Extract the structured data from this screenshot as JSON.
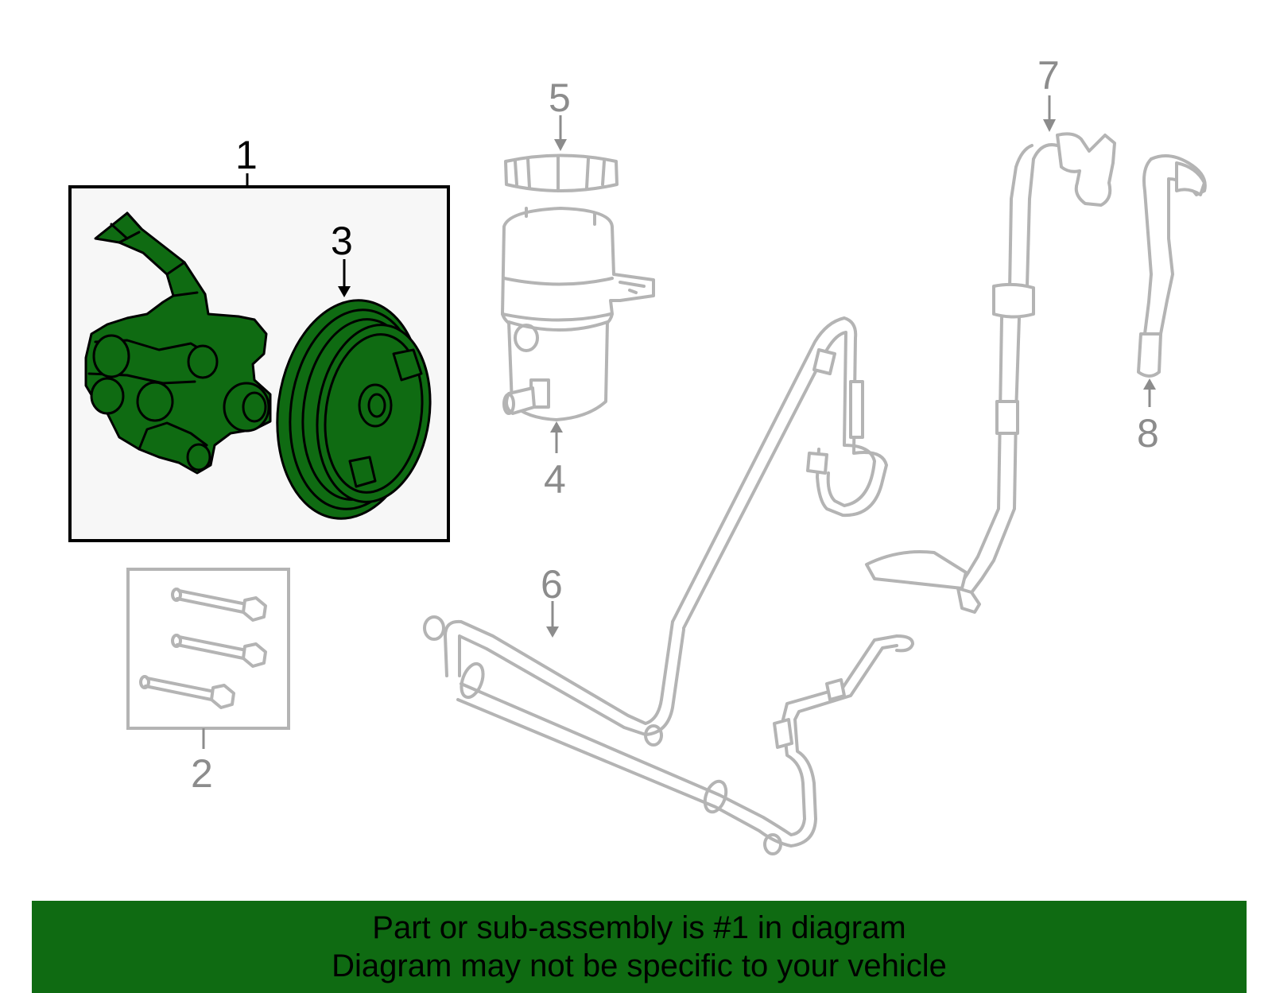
{
  "colors": {
    "highlight_part": "#0f6b12",
    "banner_background": "#0f6b12",
    "ghost_line": "#b4b4b4",
    "callout_grey": "#8c8c8c",
    "callout_dark": "#000000"
  },
  "callouts": [
    {
      "id": "1",
      "label": "1",
      "highlighted": true
    },
    {
      "id": "2",
      "label": "2",
      "highlighted": false
    },
    {
      "id": "3",
      "label": "3",
      "highlighted": true
    },
    {
      "id": "4",
      "label": "4",
      "highlighted": false
    },
    {
      "id": "5",
      "label": "5",
      "highlighted": false
    },
    {
      "id": "6",
      "label": "6",
      "highlighted": false
    },
    {
      "id": "7",
      "label": "7",
      "highlighted": false
    },
    {
      "id": "8",
      "label": "8",
      "highlighted": false
    }
  ],
  "banner": {
    "line1": "Part or sub-assembly is #1 in diagram",
    "line2": "Diagram may not be specific to your vehicle"
  }
}
